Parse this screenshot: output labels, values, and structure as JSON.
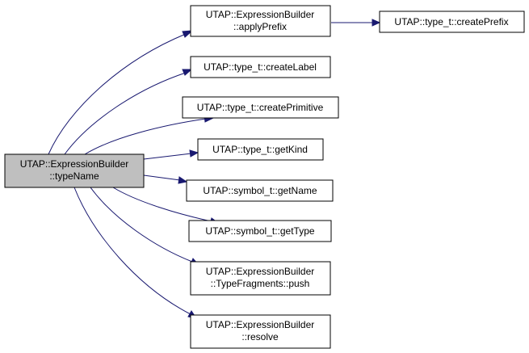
{
  "colors": {
    "edge": "#191970",
    "node_fill": "#ffffff",
    "node_border": "#000000",
    "root_fill": "#bfbfbf"
  },
  "nodes": {
    "root": {
      "line1": "UTAP::ExpressionBuilder",
      "line2": "::typeName"
    },
    "applyPrefix": {
      "line1": "UTAP::ExpressionBuilder",
      "line2": "::applyPrefix"
    },
    "createPrefix": {
      "line1": "UTAP::type_t::createPrefix"
    },
    "createLabel": {
      "line1": "UTAP::type_t::createLabel"
    },
    "createPrimitive": {
      "line1": "UTAP::type_t::createPrimitive"
    },
    "getKind": {
      "line1": "UTAP::type_t::getKind"
    },
    "getName": {
      "line1": "UTAP::symbol_t::getName"
    },
    "getType": {
      "line1": "UTAP::symbol_t::getType"
    },
    "push": {
      "line1": "UTAP::ExpressionBuilder",
      "line2": "::TypeFragments::push"
    },
    "resolve": {
      "line1": "UTAP::ExpressionBuilder",
      "line2": "::resolve"
    }
  }
}
